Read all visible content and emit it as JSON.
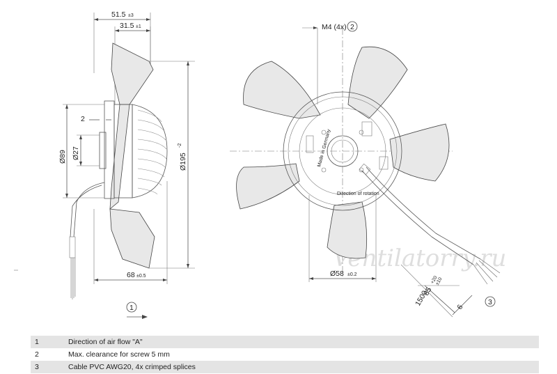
{
  "side_view": {
    "dim_total_depth": "51.5",
    "dim_total_depth_tol": "±3",
    "dim_hub_depth": "31.5",
    "dim_hub_depth_tol": "±1",
    "dim_clearance": "2",
    "dim_outer_dia": "Ø89",
    "dim_inner_dia": "Ø27",
    "dim_blade_dia": "Ø195",
    "dim_blade_dia_tol": "-2",
    "dim_width": "68",
    "dim_width_tol": "±0.5",
    "airflow_marker": "1"
  },
  "front_view": {
    "thread_label": "M4 (4x)",
    "thread_marker": "2",
    "dim_hub_dia": "Ø58",
    "dim_hub_dia_tol": "±0.2",
    "dim_strip": "85",
    "dim_strip_tol": "±10",
    "dim_cable_len": "1500",
    "dim_cable_len_tol": "+20",
    "dim_splice": "6",
    "cable_marker": "3",
    "hub_label_1": "Made in Germany",
    "hub_label_2": "Direction of rotation"
  },
  "watermark": "Ventilatorry.ru",
  "legend": [
    {
      "num": "1",
      "text": "Direction of air flow \"A\""
    },
    {
      "num": "2",
      "text": "Max. clearance for screw 5 mm"
    },
    {
      "num": "3",
      "text": "Cable PVC AWG20, 4x crimped splices"
    }
  ]
}
